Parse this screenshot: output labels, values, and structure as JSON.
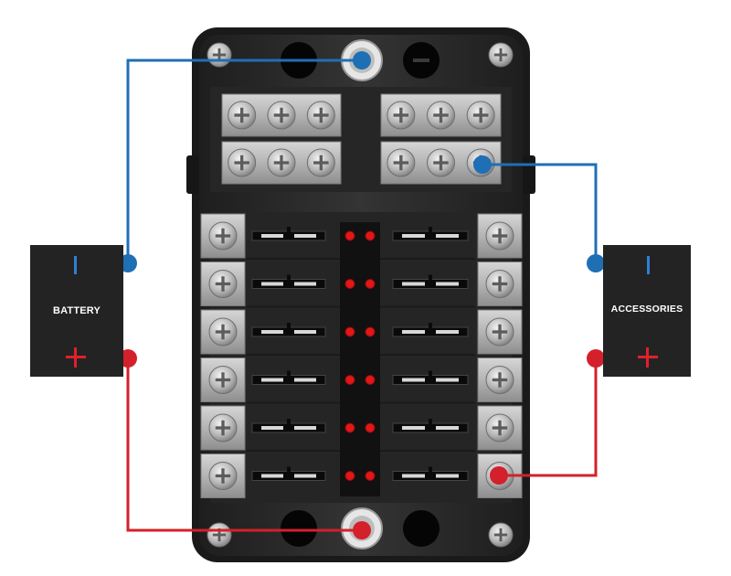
{
  "battery": {
    "label": "BATTERY"
  },
  "accessories": {
    "label": "ACCESSORIES"
  },
  "colors": {
    "negative_wire": "#1f6fb5",
    "positive_wire": "#d4202a",
    "panel": "#2a2a2a",
    "bus_bar": "#b9b9b9",
    "led": "#e01818"
  },
  "fuse_block": {
    "fuse_slots_per_side": 6,
    "rows": 6,
    "negative_bus_terminals": 12
  }
}
